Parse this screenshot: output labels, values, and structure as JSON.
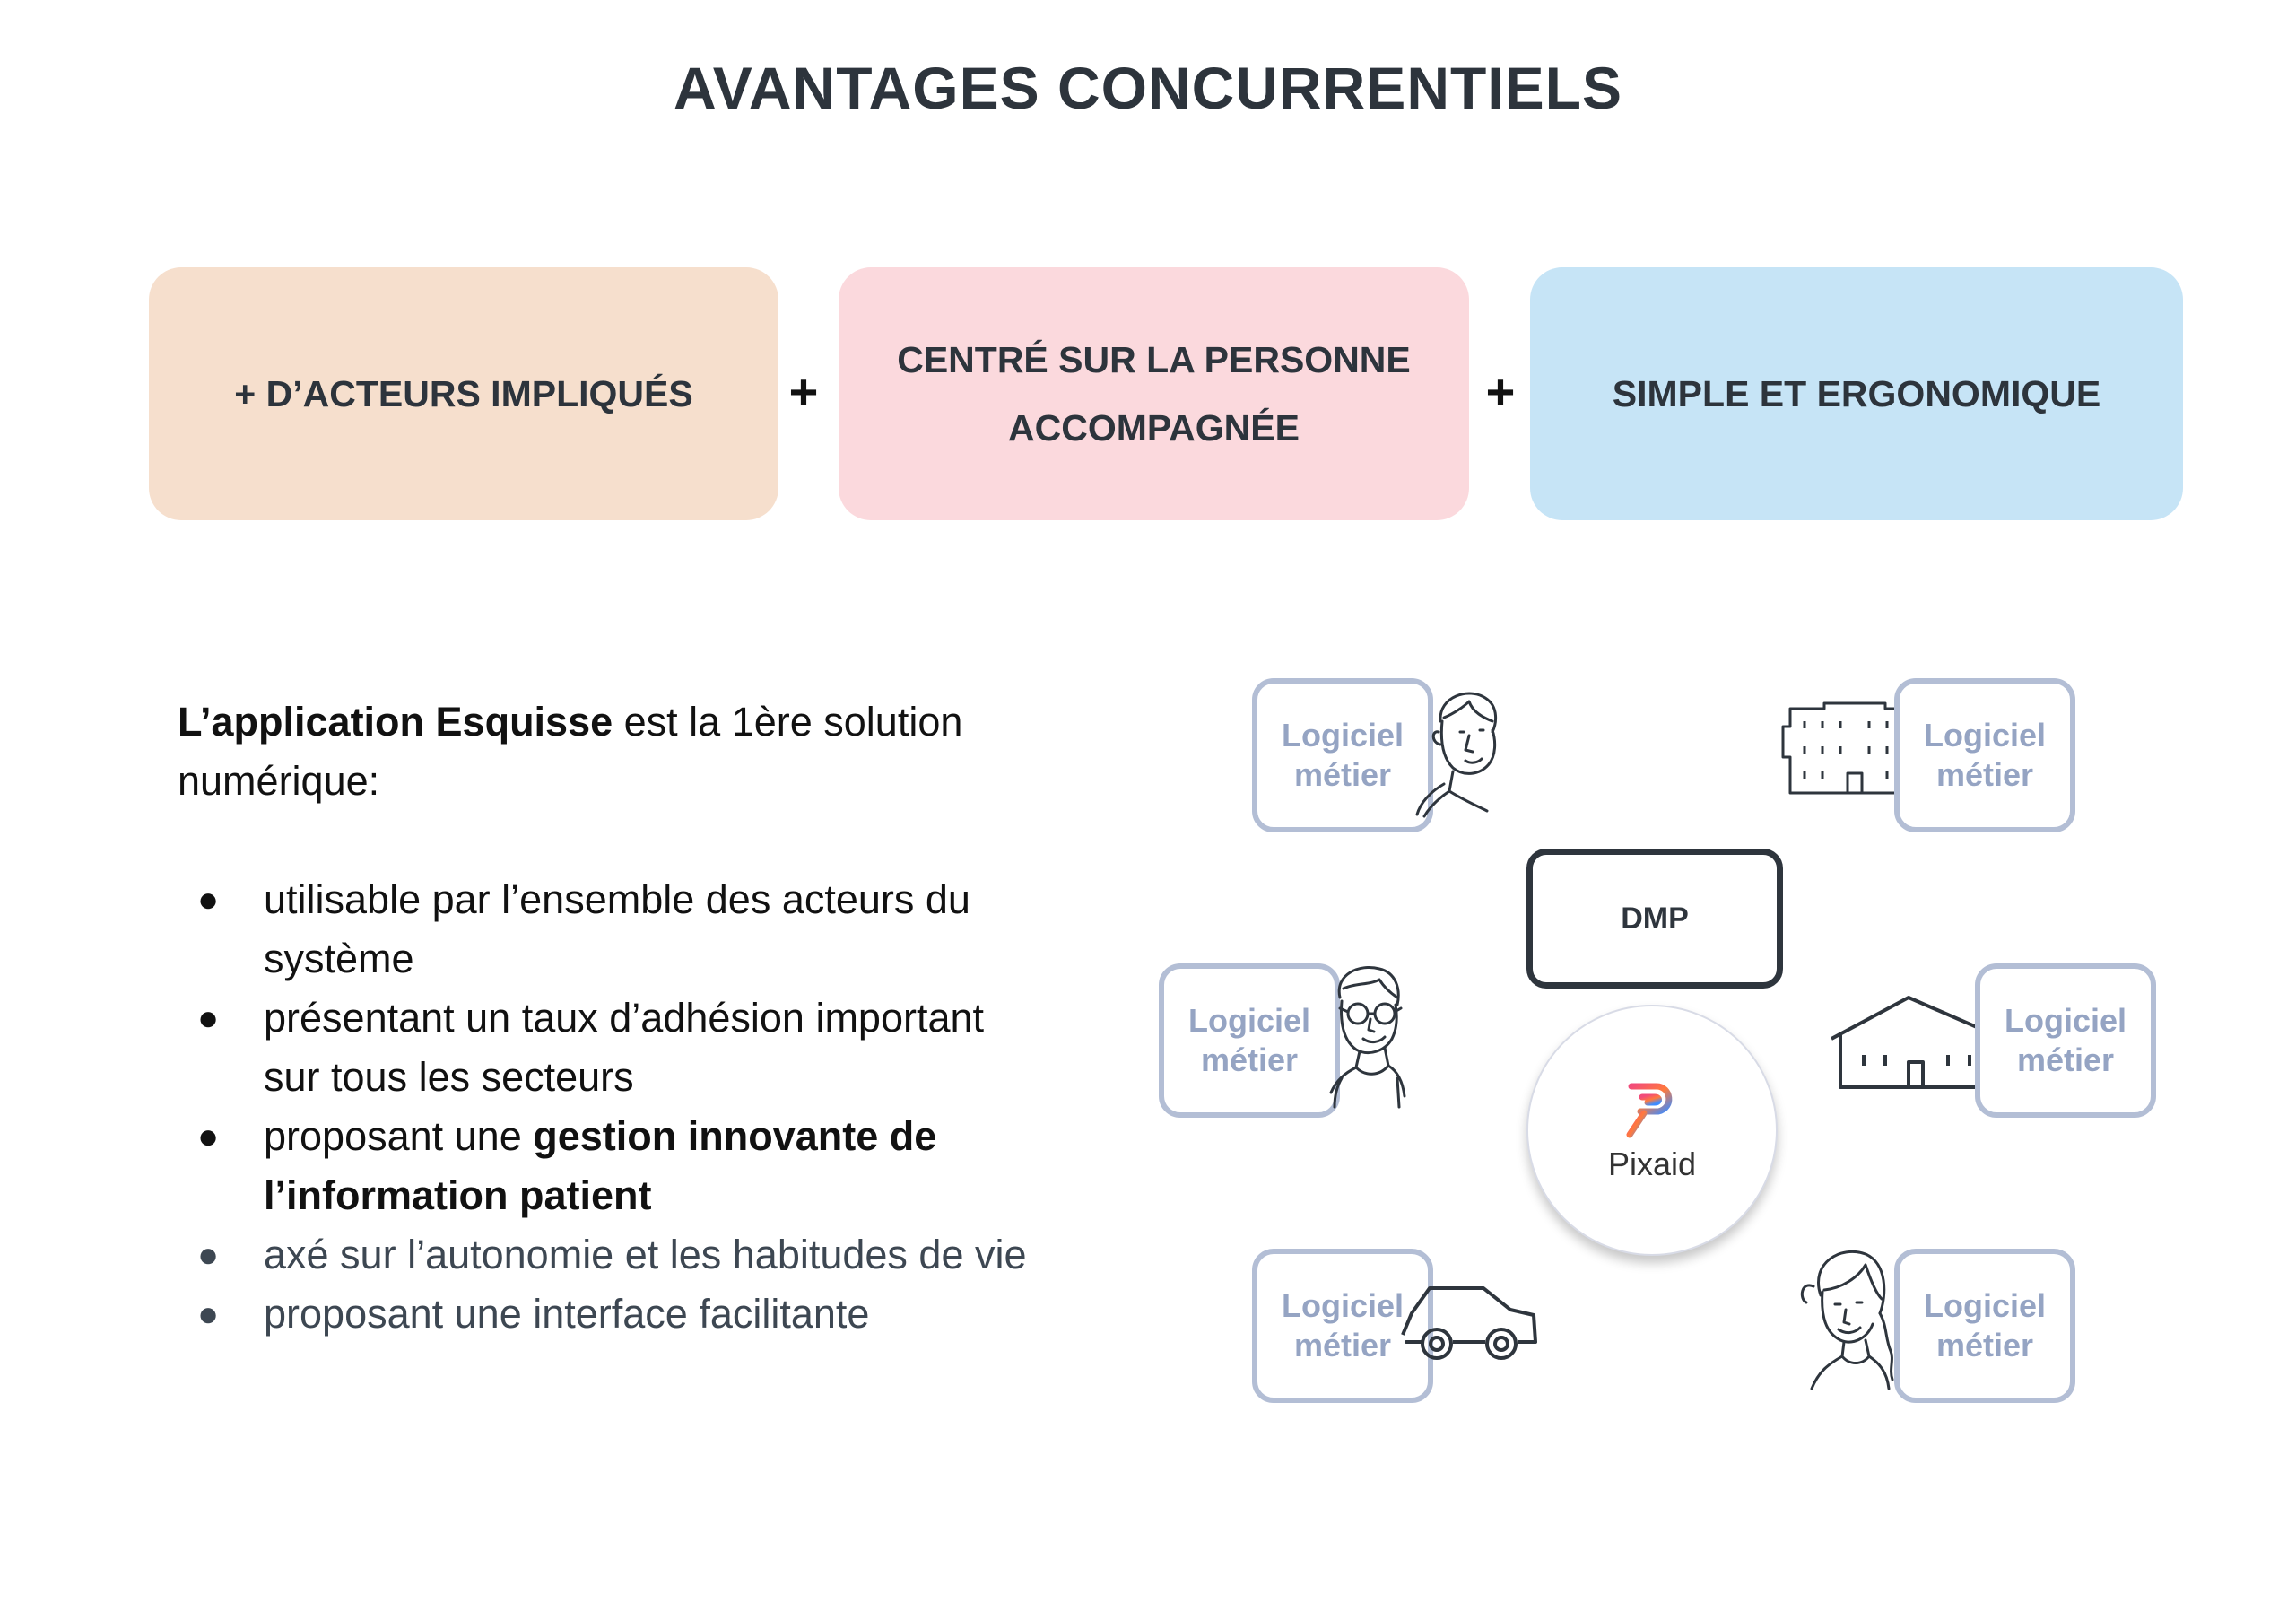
{
  "title": "AVANTAGES CONCURRENTIELS",
  "advantages": [
    {
      "line1": "+ D’ACTEURS IMPLIQUÉS",
      "line2": "",
      "color": "#f6dfcd"
    },
    {
      "line1": "CENTRÉ SUR LA PERSONNE",
      "line2": "ACCOMPAGNÉE",
      "color": "#fbd9dd"
    },
    {
      "line1": "SIMPLE ET ERGONOMIQUE",
      "line2": "",
      "color": "#c6e4f6"
    }
  ],
  "plus_sign": "+",
  "intro": {
    "bold": "L’application Esquisse",
    "rest": " est la 1ère solution numérique:"
  },
  "bullets": [
    {
      "text": "utilisable par l’ensemble des acteurs du système"
    },
    {
      "text": "présentant un taux d’adhésion important sur tous les secteurs"
    },
    {
      "text_before": "proposant une ",
      "bold": "gestion innovante de l’information patient"
    },
    {
      "text": "axé sur l’autonomie et les habitudes de vie"
    },
    {
      "text": "proposant une interface facilitante"
    }
  ],
  "bullet_glyph": "●",
  "diagram": {
    "dmp_label": "DMP",
    "center_label": "Pixaid",
    "logiciel_line1": "Logiciel",
    "logiciel_line2": "métier",
    "box_border_color": "#b3bed5",
    "box_text_color": "#95a4c3"
  }
}
